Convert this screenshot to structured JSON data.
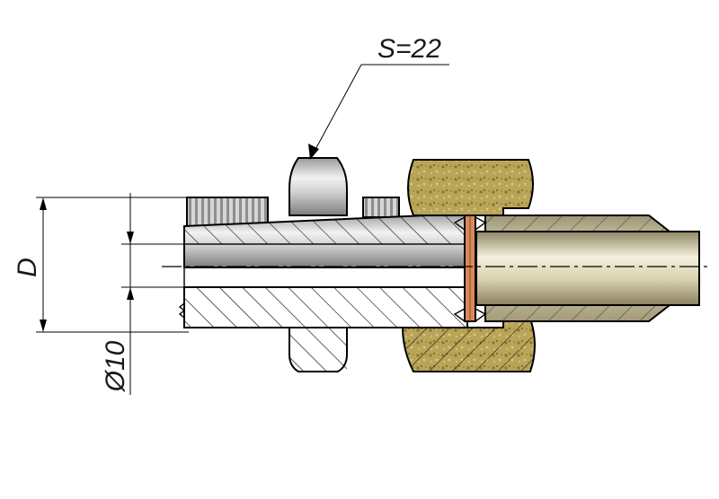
{
  "annotations": {
    "wrench_size": "S=22",
    "diameter_label": "D",
    "bore_label": "Ø10"
  },
  "colors": {
    "steel_light": "#e6e6e6",
    "steel_mid": "#bdbdbd",
    "steel_dark": "#8c8c8c",
    "brass_light": "#c9b46a",
    "brass_dark": "#8a7630",
    "seal_ring": "#c8744a"
  }
}
